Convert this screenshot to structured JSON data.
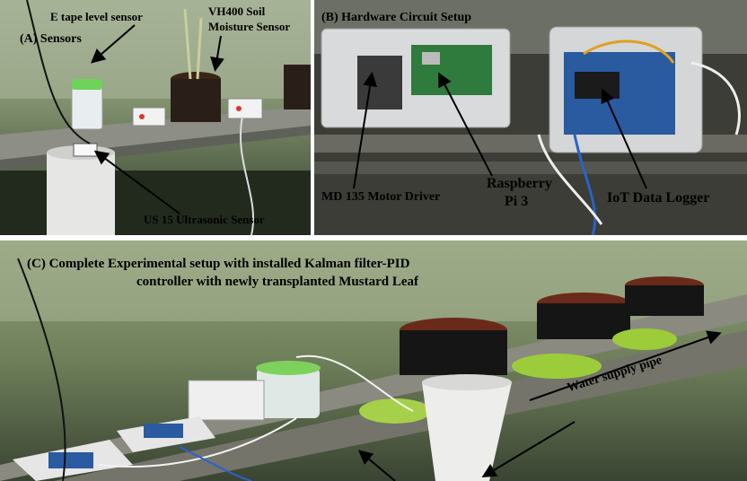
{
  "panel_a": {
    "title": "(A) Sensors",
    "e_tape": "E tape level sensor",
    "vh400_line1": "VH400 Soil",
    "vh400_line2": "Moisture Sensor",
    "us15": "US 15 Ultrasonic Sensor"
  },
  "panel_b": {
    "title": "(B) Hardware Circuit Setup",
    "motor_driver": "MD 135 Motor Driver",
    "rpi_line1": "Raspberry",
    "rpi_line2": "Pi 3",
    "iot": "IoT Data Logger"
  },
  "panel_c": {
    "title_line1": "(C)   Complete Experimental setup with installed Kalman filter-PID",
    "title_line2": "controller with newly transplanted Mustard Leaf",
    "water_pipe": "Water supply pipe"
  }
}
